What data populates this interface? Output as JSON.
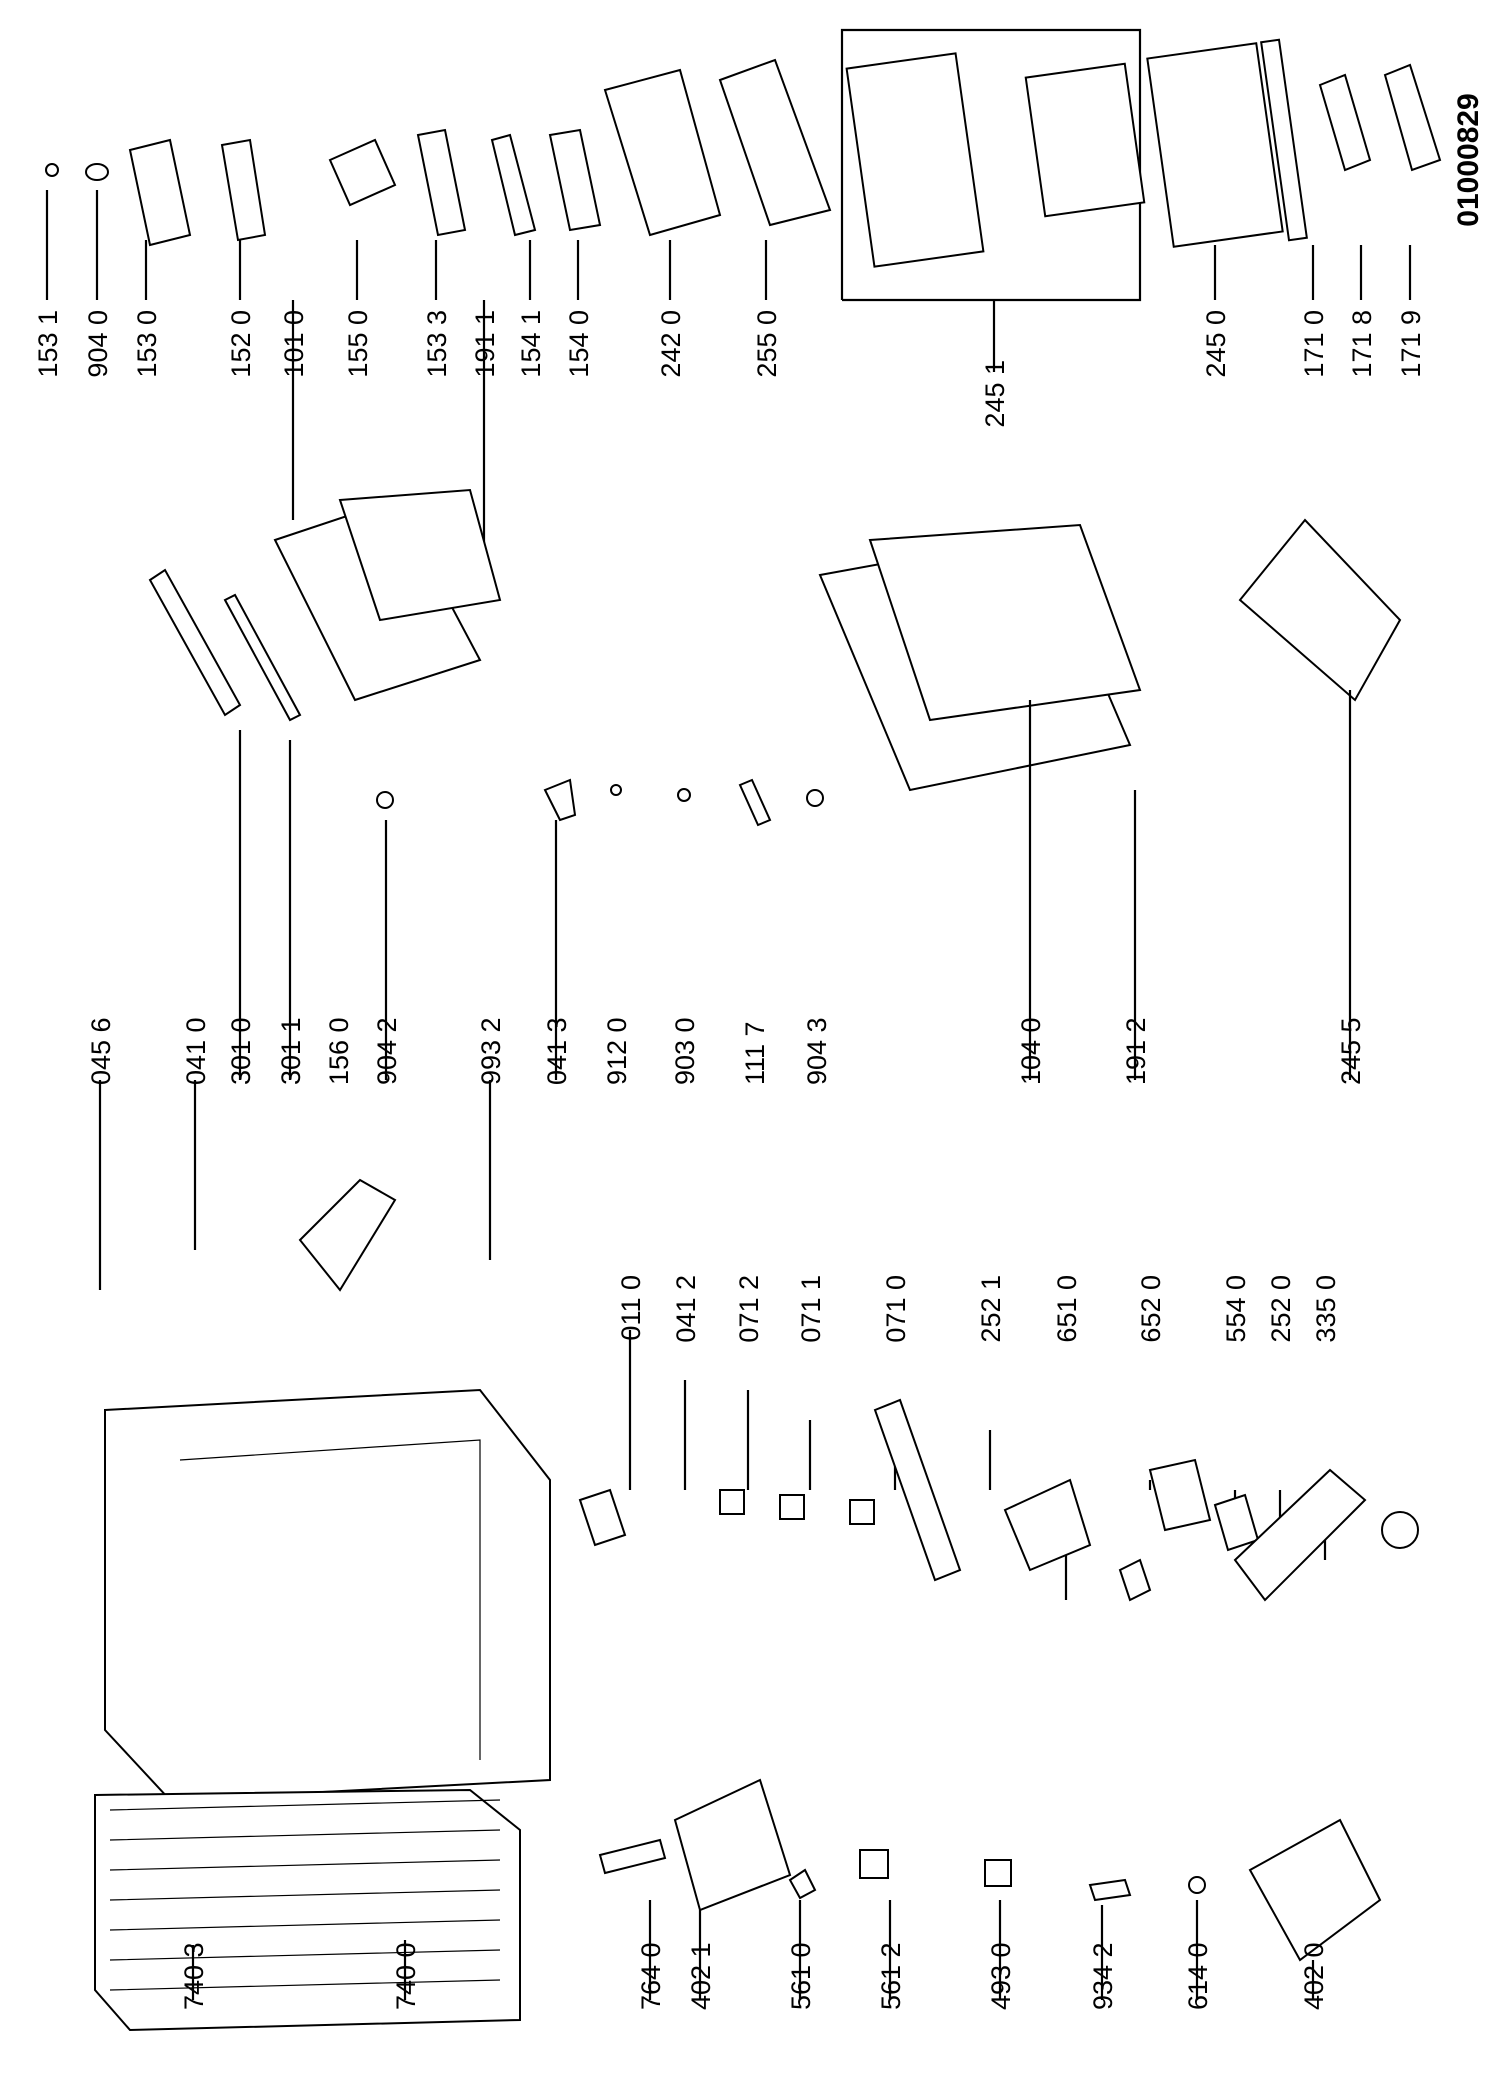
{
  "document": {
    "number": "01000829"
  },
  "labels": {
    "l_1531": "153 1",
    "l_9040": "904 0",
    "l_1530": "153 0",
    "l_1520": "152 0",
    "l_1010": "101 0",
    "l_1550": "155 0",
    "l_1533": "153 3",
    "l_1911": "191 1",
    "l_1541": "154 1",
    "l_1540": "154 0",
    "l_2420": "242 0",
    "l_2550": "255 0",
    "l_2451": "245 1",
    "l_2450": "245 0",
    "l_1710": "171 0",
    "l_1718": "171 8",
    "l_1719": "171 9",
    "l_0456": "045 6",
    "l_0410": "041 0",
    "l_3010": "301 0",
    "l_3011": "301 1",
    "l_1560": "156 0",
    "l_9042": "904 2",
    "l_9932": "993 2",
    "l_0413": "041 3",
    "l_9120": "912 0",
    "l_9030": "903 0",
    "l_1117": "111 7",
    "l_9043": "904 3",
    "l_1040": "104 0",
    "l_1912": "191 2",
    "l_2455": "245 5",
    "l_0110": "011 0",
    "l_0412": "041 2",
    "l_0712": "071 2",
    "l_0711": "071 1",
    "l_0710": "071 0",
    "l_2521": "252 1",
    "l_6510": "651 0",
    "l_6520": "652 0",
    "l_5540": "554 0",
    "l_2520": "252 0",
    "l_3350": "335 0",
    "l_7403": "740 3",
    "l_7400": "740 0",
    "l_7640": "764 0",
    "l_4021": "402 1",
    "l_5610": "561 0",
    "l_5612": "561 2",
    "l_4930": "493 0",
    "l_9342": "934 2",
    "l_6140": "614 0",
    "l_4020": "402 0"
  }
}
